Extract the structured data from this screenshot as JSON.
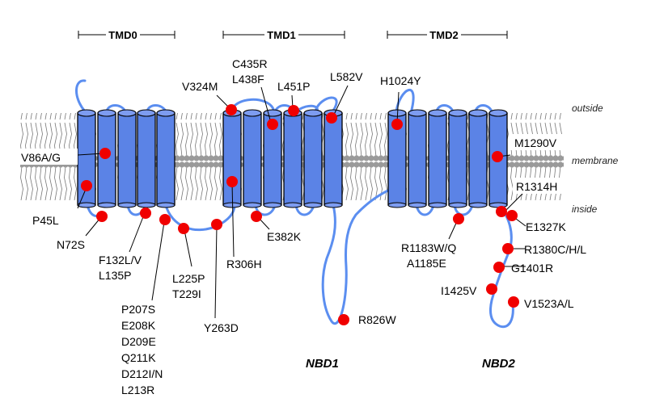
{
  "domains": [
    "TMD0",
    "TMD1",
    "TMD2"
  ],
  "membrane_labels": {
    "outside": "outside",
    "membrane": "membrane",
    "inside": "inside"
  },
  "nbd_labels": [
    "NBD1",
    "NBD2"
  ],
  "mutations": {
    "V86A_G": "V86A/G",
    "P45L": "P45L",
    "N72S": "N72S",
    "F132": [
      "F132L/V",
      "L135P"
    ],
    "P207": [
      "P207S",
      "E208K",
      "D209E",
      "Q211K",
      "D212I/N",
      "L213R"
    ],
    "L225": [
      "L225P",
      "T229I"
    ],
    "Y263D": "Y263D",
    "R306H": "R306H",
    "V324M": "V324M",
    "C435": [
      "C435R",
      "L438F"
    ],
    "L451P": "L451P",
    "E382K": "E382K",
    "L582V": "L582V",
    "R826W": "R826W",
    "H1024Y": "H1024Y",
    "R1183": [
      "R1183W/Q",
      "A1185E"
    ],
    "M1290V": "M1290V",
    "R1314H": "R1314H",
    "E1327K": "E1327K",
    "R1380": "R1380C/H/L",
    "G1401R": "G1401R",
    "I1425V": "I1425V",
    "V1523": "V1523A/L"
  },
  "colors": {
    "helix": "#5b83e6",
    "loop": "#5b8ef0",
    "mutation_dot": "#f00000",
    "membrane_head": "#999999"
  }
}
